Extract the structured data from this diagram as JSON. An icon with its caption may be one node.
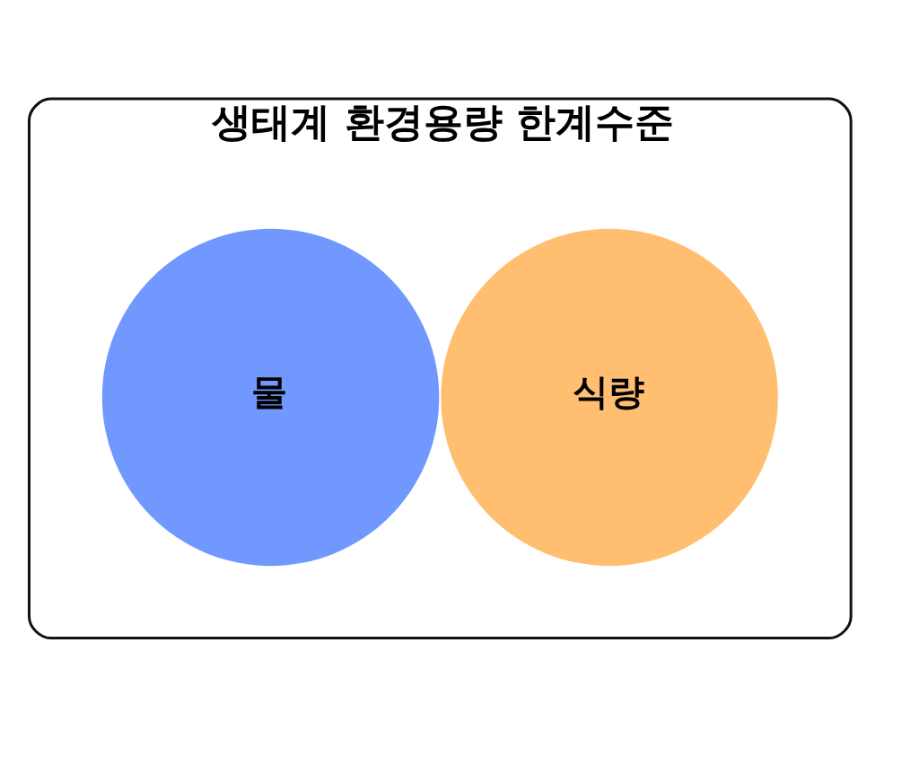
{
  "diagram": {
    "nodes": [
      {
        "text": [
          "생태계 환경용량 한계수준"
        ]
      },
      {
        "text": [
          "물"
        ],
        "in": 0
      },
      {
        "text": [
          "식량"
        ],
        "in": 0
      }
    ]
  }
}
